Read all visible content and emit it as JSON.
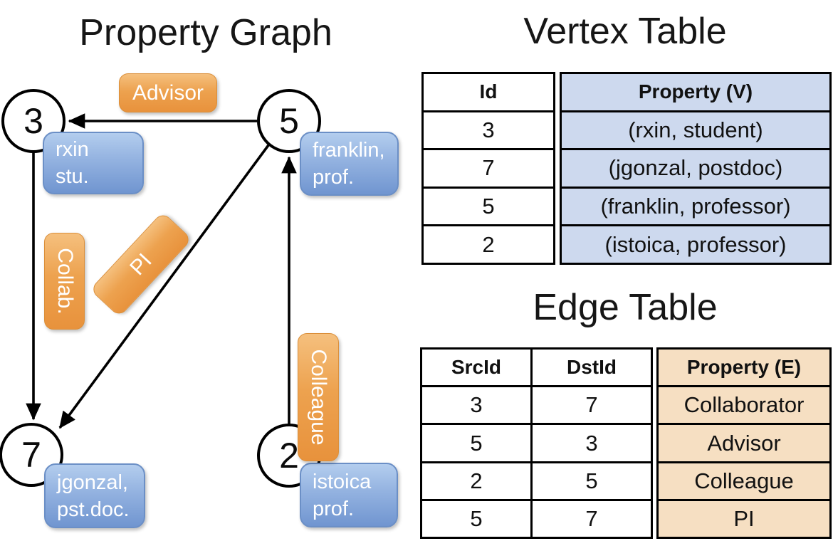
{
  "titles": {
    "graph": "Property Graph",
    "vertex": "Vertex Table",
    "edge": "Edge Table"
  },
  "graph": {
    "nodes": [
      {
        "id": "3",
        "property_lines": [
          "rxin",
          "stu."
        ]
      },
      {
        "id": "5",
        "property_lines": [
          "franklin,",
          "prof."
        ]
      },
      {
        "id": "7",
        "property_lines": [
          "jgonzal,",
          "pst.doc."
        ]
      },
      {
        "id": "2",
        "property_lines": [
          "istoica",
          "prof."
        ]
      }
    ],
    "edges": [
      {
        "label": "Advisor",
        "src": "5",
        "dst": "3"
      },
      {
        "label": "Collab.",
        "src": "3",
        "dst": "7"
      },
      {
        "label": "PI",
        "src": "5",
        "dst": "7"
      },
      {
        "label": "Colleague",
        "src": "2",
        "dst": "5"
      }
    ]
  },
  "vertex_table": {
    "id_header": "Id",
    "property_header": "Property (V)",
    "rows": [
      {
        "id": "3",
        "property": "(rxin, student)"
      },
      {
        "id": "7",
        "property": "(jgonzal, postdoc)"
      },
      {
        "id": "5",
        "property": "(franklin, professor)"
      },
      {
        "id": "2",
        "property": "(istoica, professor)"
      }
    ]
  },
  "edge_table": {
    "src_header": "SrcId",
    "dst_header": "DstId",
    "property_header": "Property (E)",
    "rows": [
      {
        "src": "3",
        "dst": "7",
        "property": "Collaborator"
      },
      {
        "src": "5",
        "dst": "3",
        "property": "Advisor"
      },
      {
        "src": "2",
        "dst": "5",
        "property": "Colleague"
      },
      {
        "src": "5",
        "dst": "7",
        "property": "PI"
      }
    ]
  },
  "colors": {
    "edge_label_fill": "#EDA24F",
    "vertex_label_fill": "#8CACDD",
    "vertex_property_cell_fill": "#CDD9EE",
    "edge_property_cell_fill": "#F6DFC2",
    "line_color": "#000000"
  }
}
